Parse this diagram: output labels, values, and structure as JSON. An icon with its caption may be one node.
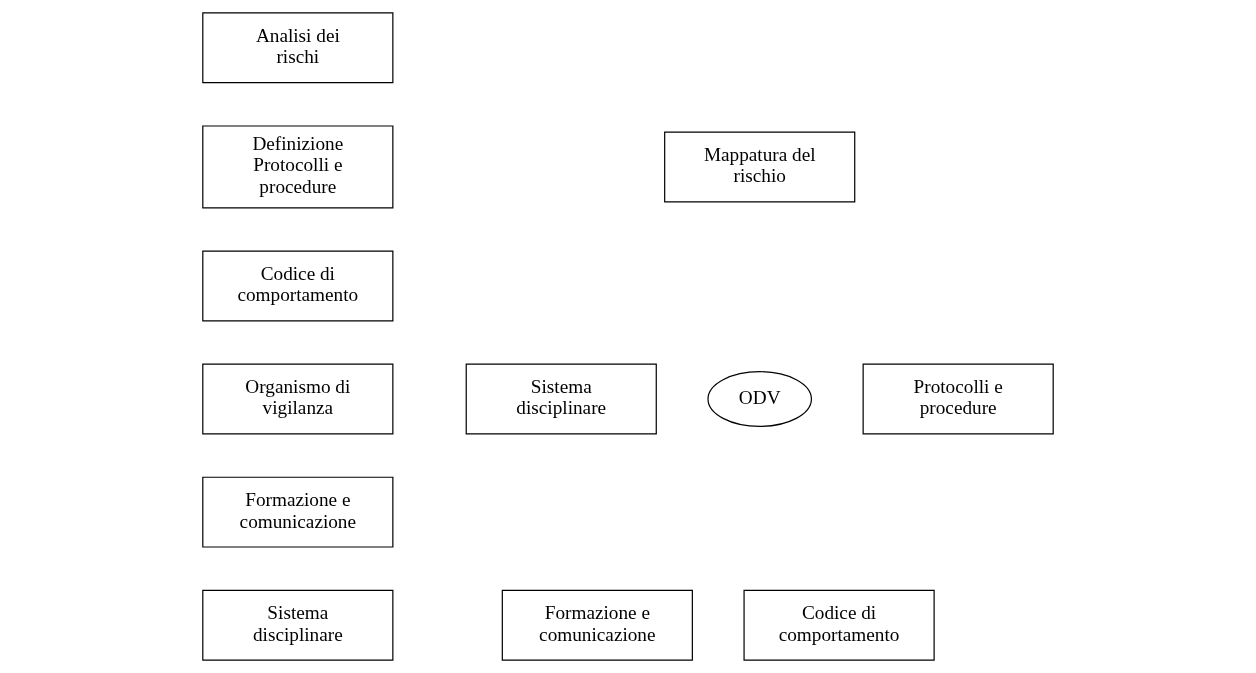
{
  "diagram": {
    "nodes": [
      {
        "text": [
          "Analisi dei rischi"
        ]
      },
      {
        "text": [
          "Definizione Protocolli e procedure"
        ]
      },
      {
        "text": [
          "Codice di comportamento"
        ]
      },
      {
        "text": [
          "Organismo di vigilanza"
        ]
      },
      {
        "text": [
          "Formazione e comunicazione"
        ]
      },
      {
        "text": [
          "Sistema disciplinare"
        ]
      },
      {
        "text": [
          "Mappatura del rischio"
        ]
      },
      {
        "text": [
          "Sistema disciplinare"
        ]
      },
      {
        "text": [
          "ODV"
        ]
      },
      {
        "text": [
          "Protocolli e procedure"
        ]
      },
      {
        "text": [
          "Formazione e comunicazione"
        ]
      },
      {
        "text": [
          "Codice di comportamento"
        ]
      }
    ]
  }
}
